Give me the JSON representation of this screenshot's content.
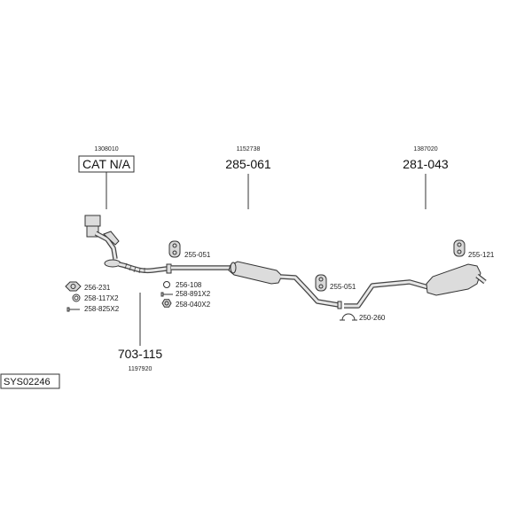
{
  "system_code": "SYS02246",
  "callouts": [
    {
      "ref": "1308010",
      "part_no": "CAT N/A"
    },
    {
      "ref": "1152738",
      "part_no": "285-061"
    },
    {
      "ref": "1387020",
      "part_no": "281-043"
    },
    {
      "ref": "1197920",
      "part_no": "703-115"
    }
  ],
  "fittings": [
    {
      "label": "255-051",
      "icon": "rubber-hanger-icon"
    },
    {
      "label": "255-051",
      "icon": "rubber-hanger-icon"
    },
    {
      "label": "250-260",
      "icon": "u-clamp-icon"
    },
    {
      "label": "255-121",
      "icon": "rubber-hanger-icon"
    },
    {
      "label": "256-231",
      "icon": "gasket-icon"
    },
    {
      "label": "258-117X2",
      "icon": "ring-icon"
    },
    {
      "label": "258-825X2",
      "icon": "bolt-icon"
    },
    {
      "label": "256-108",
      "icon": "ring-icon"
    },
    {
      "label": "258-891X2",
      "icon": "bolt-icon"
    },
    {
      "label": "258-040X2",
      "icon": "nut-icon"
    }
  ]
}
